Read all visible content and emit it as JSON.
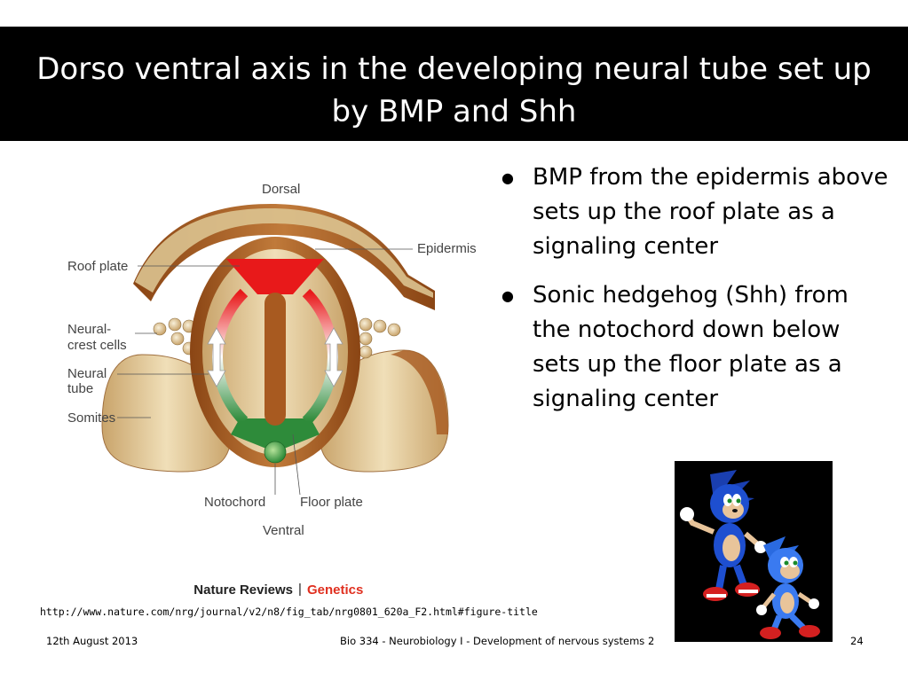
{
  "slide": {
    "title_line1": "Dorso ventral axis in the developing neural tube set up",
    "title_line2": "by BMP and Shh",
    "bullets": [
      "BMP from the epidermis above sets up the roof plate as a signaling center",
      "Sonic hedgehog (Shh) from the notochord down below sets up the floor plate as a signaling center"
    ],
    "source_url": "http://www.nature.com/nrg/journal/v2/n8/fig_tab/nrg0801_620a_F2.html#figure-title",
    "footer": {
      "date": "12th August 2013",
      "course": "Bio 334 - Neurobiology I - Development of nervous systems 2",
      "page": "24"
    }
  },
  "figure": {
    "labels": {
      "dorsal": "Dorsal",
      "ventral": "Ventral",
      "epidermis": "Epidermis",
      "roof_plate": "Roof plate",
      "neural_crest_1": "Neural-",
      "neural_crest_2": "crest cells",
      "neural_tube_1": "Neural",
      "neural_tube_2": "tube",
      "somites": "Somites",
      "notochord": "Notochord",
      "floor_plate": "Floor plate"
    },
    "credit_name": "Nature Reviews",
    "credit_sep": "|",
    "credit_journal": "Genetics",
    "colors": {
      "bmp_red": "#e8191a",
      "shh_green": "#2e8b3a",
      "tissue_brown": "#a85a20",
      "tissue_tan": "#dcc390",
      "journal_red": "#e03020"
    }
  }
}
